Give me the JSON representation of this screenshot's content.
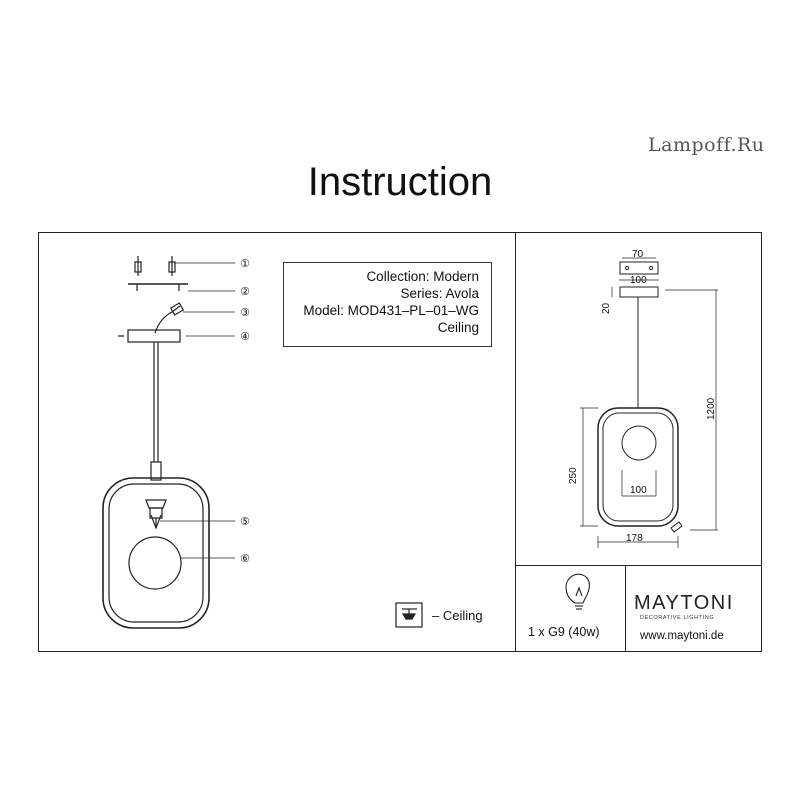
{
  "watermark": "Lampoff.Ru",
  "title": "Instruction",
  "info": {
    "collection": "Collection: Modern",
    "series": "Series: Avola",
    "model": "Model: MOD431–PL–01–WG",
    "type": "Ceiling"
  },
  "callouts": [
    "①",
    "②",
    "③",
    "④",
    "⑤",
    "⑥"
  ],
  "mount": {
    "label": "– Ceiling"
  },
  "dimensions": {
    "plate_top": "70",
    "plate_width": "100",
    "plate_height": "20",
    "total_height": "1200",
    "frame_height": "250",
    "bulb_width": "100",
    "frame_width": "178"
  },
  "bulb": {
    "label": "1 x G9 (40w)"
  },
  "brand": {
    "name": "MAYTONI",
    "tagline": "DECORATIVE LIGHTING",
    "url": "www.maytoni.de"
  }
}
